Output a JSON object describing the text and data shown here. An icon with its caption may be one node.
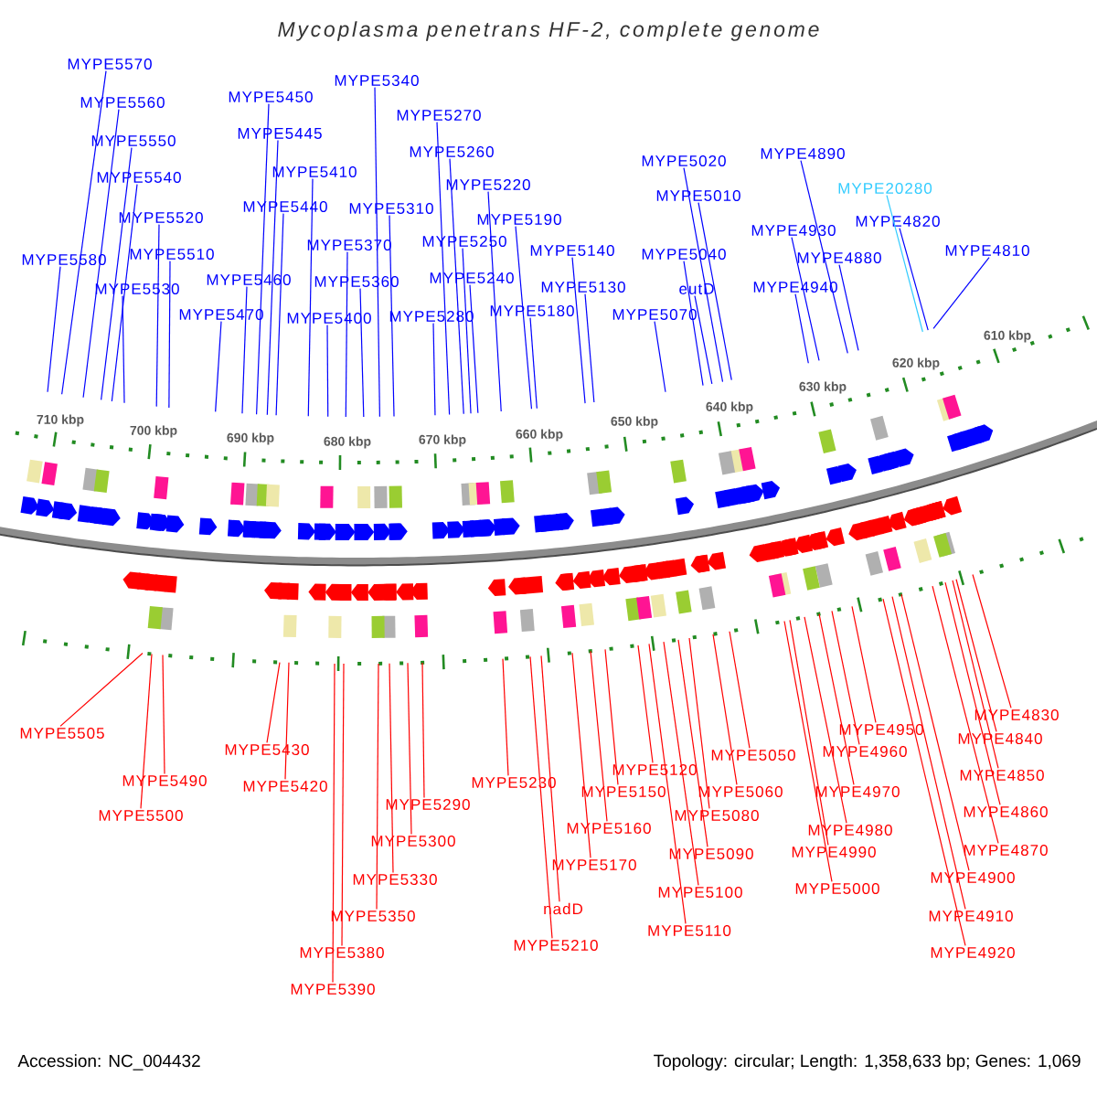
{
  "diagram": {
    "title": "Mycoplasma penetrans HF-2, complete genome",
    "nodes": [
      {
        "text": [
          "MYPE5570"
        ]
      },
      {
        "text": [
          "MYPE5560"
        ]
      },
      {
        "text": [
          "MYPE5550"
        ]
      },
      {
        "text": [
          "MYPE5540"
        ]
      },
      {
        "text": [
          "MYPE5520"
        ]
      },
      {
        "text": [
          "MYPE5580"
        ]
      },
      {
        "text": [
          "MYPE5510"
        ]
      },
      {
        "text": [
          "MYPE5530"
        ]
      },
      {
        "text": [
          "MYPE5450"
        ]
      },
      {
        "text": [
          "MYPE5445"
        ]
      },
      {
        "text": [
          "MYPE5410"
        ]
      },
      {
        "text": [
          "MYPE5440"
        ]
      },
      {
        "text": [
          "MYPE5460"
        ]
      },
      {
        "text": [
          "MYPE5470"
        ]
      },
      {
        "text": [
          "MYPE5340"
        ]
      },
      {
        "text": [
          "MYPE5310"
        ]
      },
      {
        "text": [
          "MYPE5370"
        ]
      },
      {
        "text": [
          "MYPE5360"
        ]
      },
      {
        "text": [
          "MYPE5400"
        ]
      },
      {
        "text": [
          "MYPE5270"
        ]
      },
      {
        "text": [
          "MYPE5260"
        ]
      },
      {
        "text": [
          "MYPE5220"
        ]
      },
      {
        "text": [
          "MYPE5190"
        ]
      },
      {
        "text": [
          "MYPE5250"
        ]
      },
      {
        "text": [
          "MYPE5240"
        ]
      },
      {
        "text": [
          "MYPE5280"
        ]
      },
      {
        "text": [
          "MYPE5140"
        ]
      },
      {
        "text": [
          "MYPE5130"
        ]
      },
      {
        "text": [
          "MYPE5180"
        ]
      },
      {
        "text": [
          "MYPE5020"
        ]
      },
      {
        "text": [
          "MYPE5010"
        ]
      },
      {
        "text": [
          "MYPE5040"
        ]
      },
      {
        "text": [
          "eutD"
        ]
      },
      {
        "text": [
          "MYPE5070"
        ]
      },
      {
        "text": [
          "MYPE4890"
        ]
      },
      {
        "text": [
          "MYPE20280"
        ]
      },
      {
        "text": [
          "MYPE4820"
        ]
      },
      {
        "text": [
          "MYPE4930"
        ]
      },
      {
        "text": [
          "MYPE4880"
        ]
      },
      {
        "text": [
          "MYPE4940"
        ]
      },
      {
        "text": [
          "MYPE4810"
        ]
      },
      {
        "text": [
          "MYPE5505"
        ]
      },
      {
        "text": [
          "MYPE5490"
        ]
      },
      {
        "text": [
          "MYPE5500"
        ]
      },
      {
        "text": [
          "MYPE5430"
        ]
      },
      {
        "text": [
          "MYPE5420"
        ]
      },
      {
        "text": [
          "MYPE5290"
        ]
      },
      {
        "text": [
          "MYPE5300"
        ]
      },
      {
        "text": [
          "MYPE5330"
        ]
      },
      {
        "text": [
          "MYPE5350"
        ]
      },
      {
        "text": [
          "MYPE5380"
        ]
      },
      {
        "text": [
          "MYPE5390"
        ]
      },
      {
        "text": [
          "MYPE5230"
        ]
      },
      {
        "text": [
          "nadD"
        ]
      },
      {
        "text": [
          "MYPE5210"
        ]
      },
      {
        "text": [
          "MYPE5120"
        ]
      },
      {
        "text": [
          "MYPE5150"
        ]
      },
      {
        "text": [
          "MYPE5160"
        ]
      },
      {
        "text": [
          "MYPE5170"
        ]
      },
      {
        "text": [
          "MYPE5050"
        ]
      },
      {
        "text": [
          "MYPE5060"
        ]
      },
      {
        "text": [
          "MYPE5080"
        ]
      },
      {
        "text": [
          "MYPE5090"
        ]
      },
      {
        "text": [
          "MYPE5100"
        ]
      },
      {
        "text": [
          "MYPE5110"
        ]
      },
      {
        "text": [
          "MYPE4950"
        ]
      },
      {
        "text": [
          "MYPE4960"
        ]
      },
      {
        "text": [
          "MYPE4970"
        ]
      },
      {
        "text": [
          "MYPE4980"
        ]
      },
      {
        "text": [
          "MYPE4990"
        ]
      },
      {
        "text": [
          "MYPE5000"
        ]
      },
      {
        "text": [
          "MYPE4830"
        ]
      },
      {
        "text": [
          "MYPE4840"
        ]
      },
      {
        "text": [
          "MYPE4850"
        ]
      },
      {
        "text": [
          "MYPE4860"
        ]
      },
      {
        "text": [
          "MYPE4870"
        ]
      },
      {
        "text": [
          "MYPE4900"
        ]
      },
      {
        "text": [
          "MYPE4910"
        ]
      },
      {
        "text": [
          "MYPE4920"
        ]
      }
    ],
    "edges": [
      {
        "from": 0,
        "to": null,
        "arrow": "none"
      },
      {
        "from": 1,
        "to": null,
        "arrow": "none"
      },
      {
        "from": 2,
        "to": null,
        "arrow": "none"
      },
      {
        "from": 3,
        "to": null,
        "arrow": "none"
      },
      {
        "from": 4,
        "to": null,
        "arrow": "none"
      },
      {
        "from": 5,
        "to": null,
        "arrow": "none"
      },
      {
        "from": 6,
        "to": null,
        "arrow": "none"
      },
      {
        "from": 7,
        "to": null,
        "arrow": "none"
      },
      {
        "from": 8,
        "to": null,
        "arrow": "none"
      },
      {
        "from": 9,
        "to": null,
        "arrow": "none"
      },
      {
        "from": 10,
        "to": null,
        "arrow": "none"
      },
      {
        "from": 11,
        "to": null,
        "arrow": "none"
      },
      {
        "from": 12,
        "to": null,
        "arrow": "none"
      },
      {
        "from": 13,
        "to": null,
        "arrow": "none"
      },
      {
        "from": 14,
        "to": null,
        "arrow": "none"
      },
      {
        "from": 15,
        "to": null,
        "arrow": "none"
      },
      {
        "from": 16,
        "to": null,
        "arrow": "none"
      },
      {
        "from": 17,
        "to": null,
        "arrow": "none"
      },
      {
        "from": 18,
        "to": null,
        "arrow": "none"
      },
      {
        "from": 19,
        "to": null,
        "arrow": "none"
      },
      {
        "from": 20,
        "to": null,
        "arrow": "none"
      },
      {
        "from": 21,
        "to": null,
        "arrow": "none"
      },
      {
        "from": 22,
        "to": null,
        "arrow": "none"
      },
      {
        "from": 23,
        "to": null,
        "arrow": "none"
      },
      {
        "from": 24,
        "to": null,
        "arrow": "none"
      },
      {
        "from": 25,
        "to": null,
        "arrow": "none"
      },
      {
        "from": 26,
        "to": null,
        "arrow": "none"
      },
      {
        "from": 27,
        "to": null,
        "arrow": "none"
      },
      {
        "from": 28,
        "to": null,
        "arrow": "none"
      },
      {
        "from": 29,
        "to": null,
        "arrow": "none"
      },
      {
        "from": 30,
        "to": null,
        "arrow": "none"
      },
      {
        "from": 31,
        "to": null,
        "arrow": "none"
      },
      {
        "from": 32,
        "to": null,
        "arrow": "none"
      },
      {
        "from": 33,
        "to": null,
        "arrow": "none"
      },
      {
        "from": 34,
        "to": null,
        "arrow": "none"
      },
      {
        "from": 35,
        "to": null,
        "arrow": "none",
        "color": "#33ccff"
      },
      {
        "from": 36,
        "to": null,
        "arrow": "none"
      },
      {
        "from": 37,
        "to": null,
        "arrow": "none"
      },
      {
        "from": 38,
        "to": null,
        "arrow": "none"
      },
      {
        "from": 39,
        "to": null,
        "arrow": "none"
      },
      {
        "from": 40,
        "to": null,
        "arrow": "none"
      },
      {
        "from": 41,
        "to": null,
        "arrow": "none",
        "color": "#ff0000"
      },
      {
        "from": 42,
        "to": null,
        "arrow": "none",
        "color": "#ff0000"
      },
      {
        "from": 43,
        "to": null,
        "arrow": "none",
        "color": "#ff0000"
      },
      {
        "from": 44,
        "to": null,
        "arrow": "none",
        "color": "#ff0000"
      },
      {
        "from": 45,
        "to": null,
        "arrow": "none",
        "color": "#ff0000"
      },
      {
        "from": 46,
        "to": null,
        "arrow": "none",
        "color": "#ff0000"
      },
      {
        "from": 47,
        "to": null,
        "arrow": "none",
        "color": "#ff0000"
      },
      {
        "from": 48,
        "to": null,
        "arrow": "none",
        "color": "#ff0000"
      },
      {
        "from": 49,
        "to": null,
        "arrow": "none",
        "color": "#ff0000"
      },
      {
        "from": 50,
        "to": null,
        "arrow": "none",
        "color": "#ff0000"
      },
      {
        "from": 51,
        "to": null,
        "arrow": "none",
        "color": "#ff0000"
      },
      {
        "from": 52,
        "to": null,
        "arrow": "none",
        "color": "#ff0000"
      },
      {
        "from": 53,
        "to": null,
        "arrow": "none",
        "color": "#ff0000"
      },
      {
        "from": 54,
        "to": null,
        "arrow": "none",
        "color": "#ff0000"
      },
      {
        "from": 55,
        "to": null,
        "arrow": "none",
        "color": "#ff0000"
      },
      {
        "from": 56,
        "to": null,
        "arrow": "none",
        "color": "#ff0000"
      },
      {
        "from": 57,
        "to": null,
        "arrow": "none",
        "color": "#ff0000"
      },
      {
        "from": 58,
        "to": null,
        "arrow": "none",
        "color": "#ff0000"
      },
      {
        "from": 59,
        "to": null,
        "arrow": "none",
        "color": "#ff0000"
      },
      {
        "from": 60,
        "to": null,
        "arrow": "none",
        "color": "#ff0000"
      },
      {
        "from": 61,
        "to": null,
        "arrow": "none",
        "color": "#ff0000"
      },
      {
        "from": 62,
        "to": null,
        "arrow": "none",
        "color": "#ff0000"
      },
      {
        "from": 63,
        "to": null,
        "arrow": "none",
        "color": "#ff0000"
      },
      {
        "from": 64,
        "to": null,
        "arrow": "none",
        "color": "#ff0000"
      },
      {
        "from": 65,
        "to": null,
        "arrow": "none",
        "color": "#ff0000"
      },
      {
        "from": 66,
        "to": null,
        "arrow": "none",
        "color": "#ff0000"
      },
      {
        "from": 67,
        "to": null,
        "arrow": "none",
        "color": "#ff0000"
      },
      {
        "from": 68,
        "to": null,
        "arrow": "none",
        "color": "#ff0000"
      },
      {
        "from": 69,
        "to": null,
        "arrow": "none",
        "color": "#ff0000"
      },
      {
        "from": 70,
        "to": null,
        "arrow": "none",
        "color": "#ff0000"
      },
      {
        "from": 71,
        "to": null,
        "arrow": "none",
        "color": "#ff0000"
      },
      {
        "from": 72,
        "to": null,
        "arrow": "none",
        "color": "#ff0000"
      },
      {
        "from": 73,
        "to": null,
        "arrow": "none",
        "color": "#ff0000"
      },
      {
        "from": 74,
        "to": null,
        "arrow": "none",
        "color": "#ff0000"
      },
      {
        "from": 75,
        "to": null,
        "arrow": "none",
        "color": "#ff0000"
      },
      {
        "from": 76,
        "to": null,
        "arrow": "none",
        "color": "#ff0000"
      },
      {
        "from": 77,
        "to": null,
        "arrow": "none",
        "color": "#ff0000"
      },
      {
        "from": 78,
        "to": null,
        "arrow": "none",
        "color": "#ff0000"
      }
    ],
    "labels": [
      "710 kbp",
      "700 kbp",
      "690 kbp",
      "680 kbp",
      "670 kbp",
      "660 kbp",
      "650 kbp",
      "640 kbp",
      "630 kbp",
      "620 kbp",
      "610 kbp",
      "Accession: NC_004432",
      "Topology: circular; Length: 1,358,633 bp; Genes: 1,069"
    ]
  }
}
